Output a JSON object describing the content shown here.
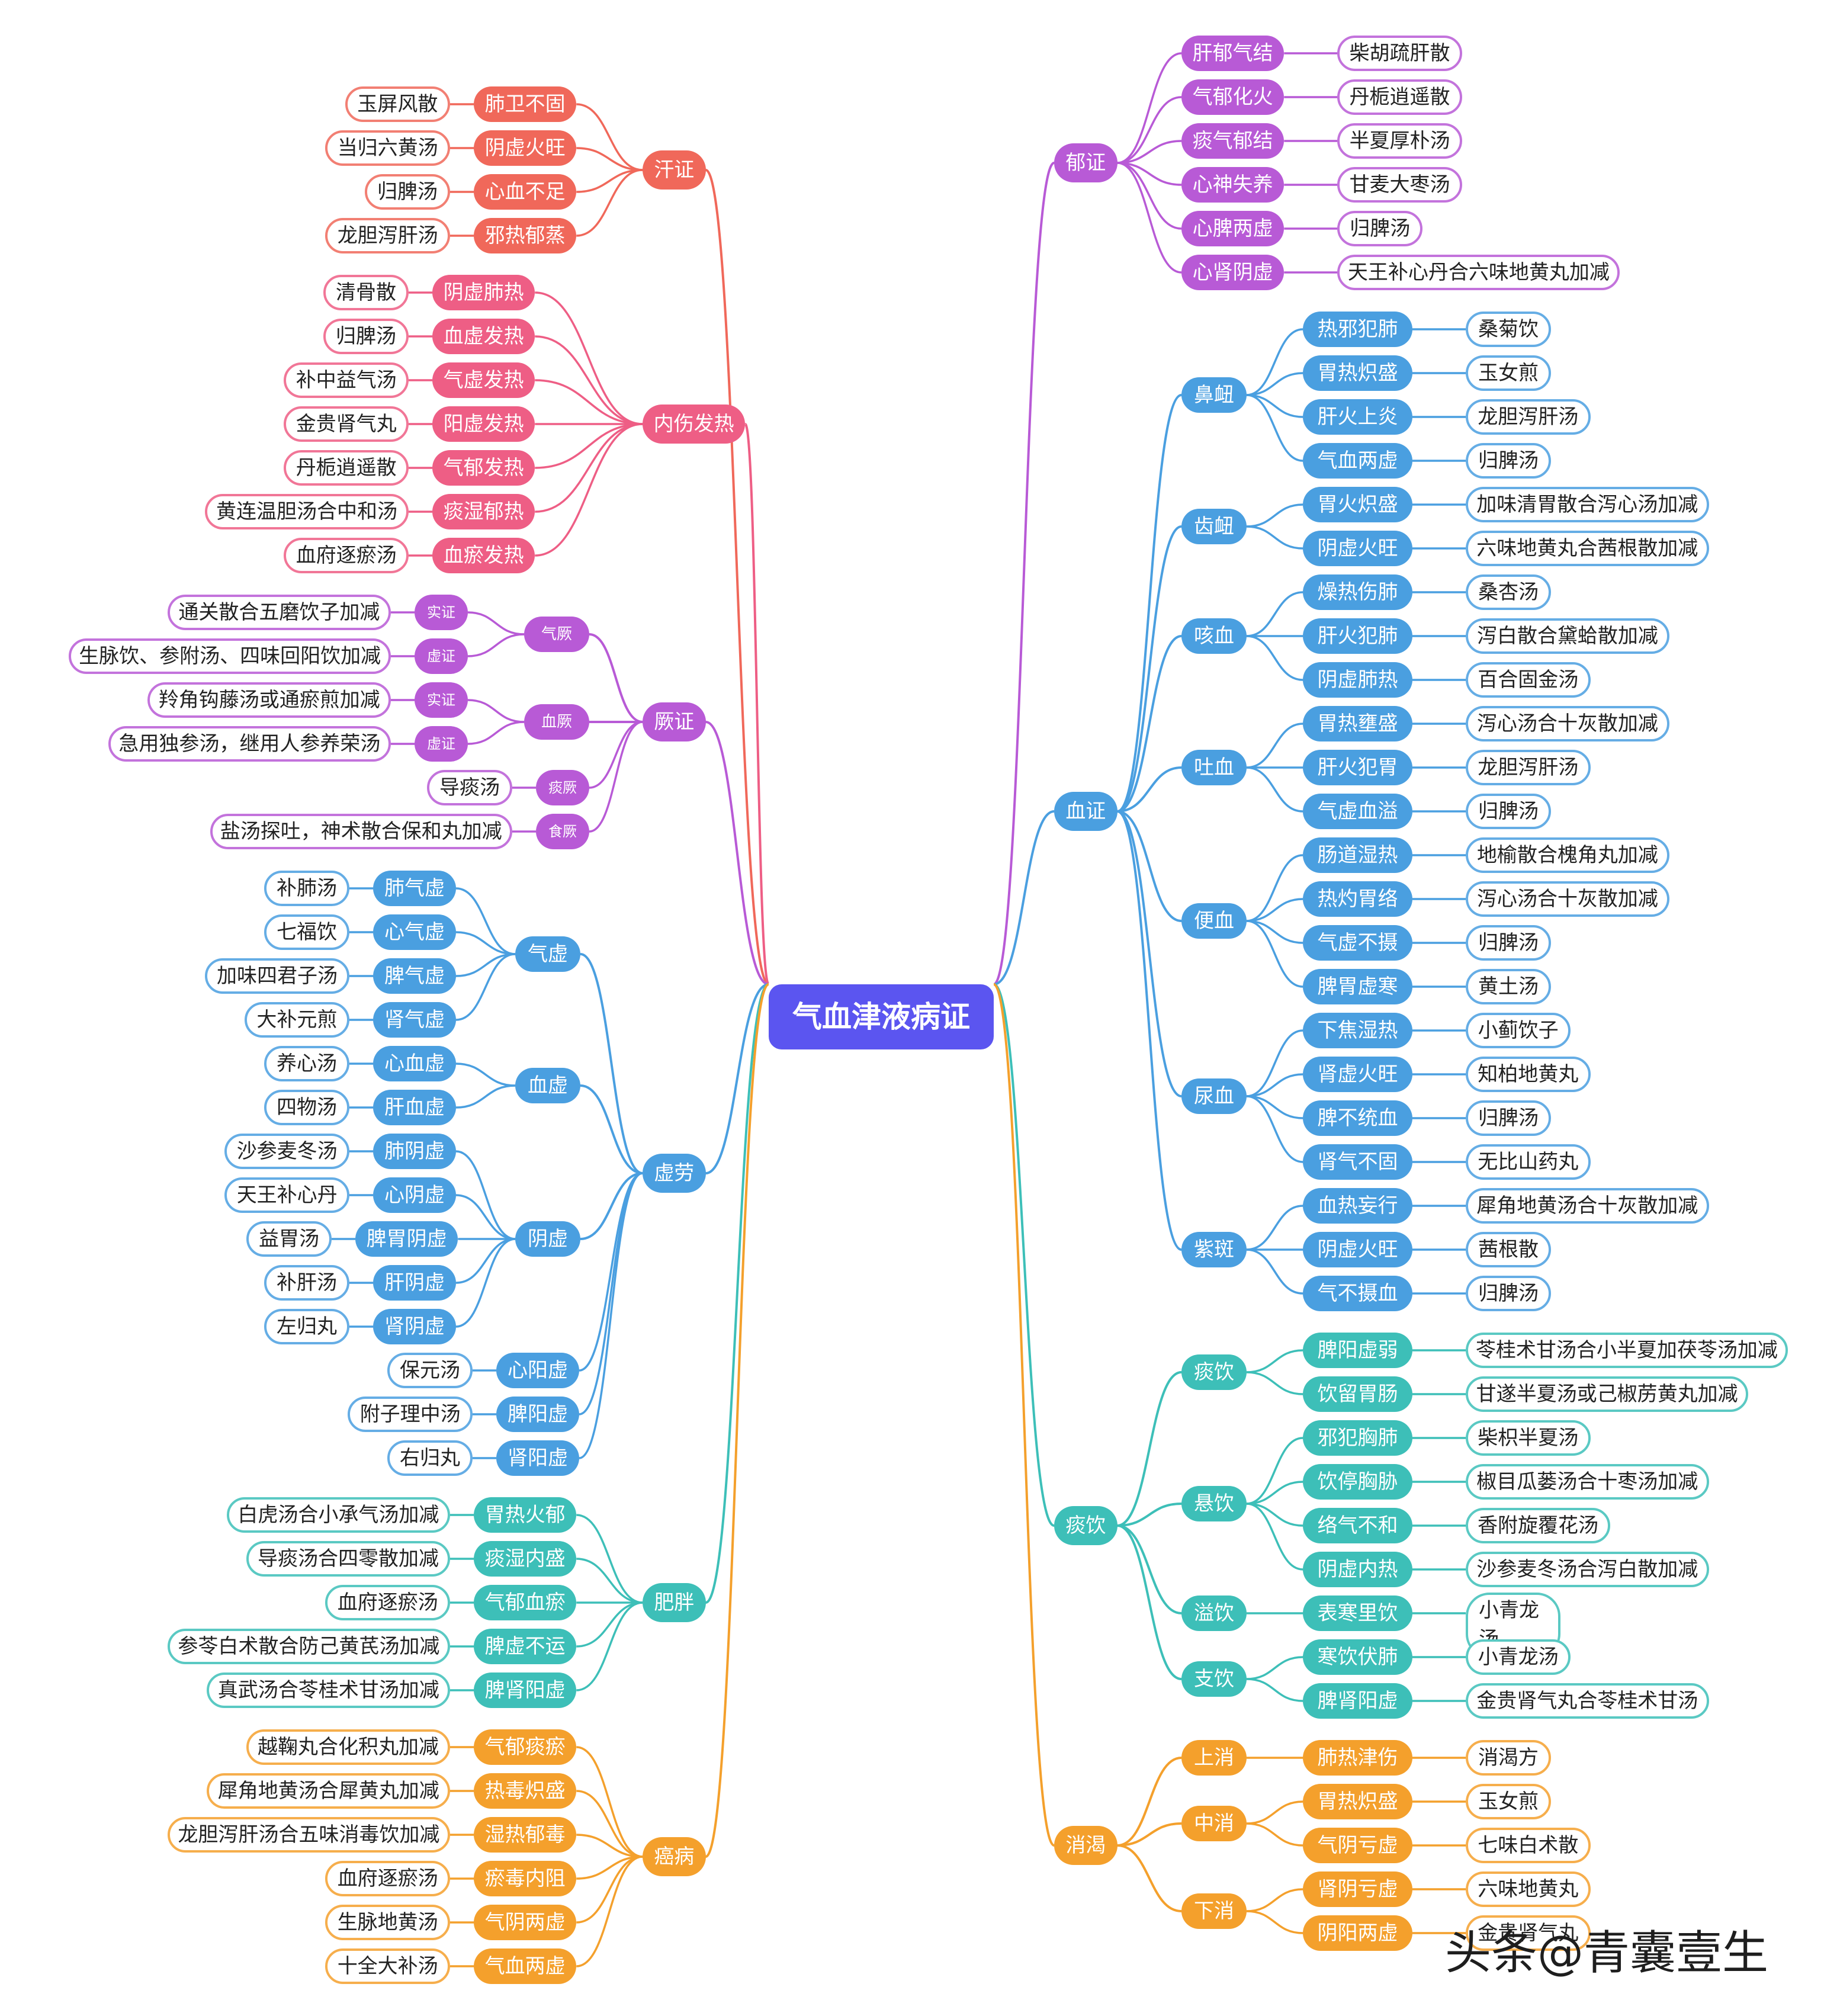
{
  "root": "气血津液病证",
  "watermark": "头条@青囊壹生",
  "colors": {
    "red": "#f0685a",
    "pink": "#ee5e85",
    "purple": "#b85ad6",
    "blue": "#4a9fe0",
    "teal": "#3dbfb8",
    "orange": "#f4a02c",
    "root": "#5b55f0"
  },
  "left": [
    {
      "label": "汗证",
      "color": "red",
      "children": [
        {
          "label": "肺卫不固",
          "leaf": "玉屏风散"
        },
        {
          "label": "阴虚火旺",
          "leaf": "当归六黄汤"
        },
        {
          "label": "心血不足",
          "leaf": "归脾汤"
        },
        {
          "label": "邪热郁蒸",
          "leaf": "龙胆泻肝汤"
        }
      ]
    },
    {
      "label": "内伤发热",
      "color": "pink",
      "children": [
        {
          "label": "阴虚肺热",
          "leaf": "清骨散"
        },
        {
          "label": "血虚发热",
          "leaf": "归脾汤"
        },
        {
          "label": "气虚发热",
          "leaf": "补中益气汤"
        },
        {
          "label": "阳虚发热",
          "leaf": "金贵肾气丸"
        },
        {
          "label": "气郁发热",
          "leaf": "丹栀逍遥散"
        },
        {
          "label": "痰湿郁热",
          "leaf": "黄连温胆汤合中和汤"
        },
        {
          "label": "血瘀发热",
          "leaf": "血府逐瘀汤"
        }
      ]
    },
    {
      "label": "厥证",
      "color": "purple",
      "children": [
        {
          "label": "气厥",
          "children": [
            {
              "label": "实证",
              "leaf": "通关散合五磨饮子加减"
            },
            {
              "label": "虚证",
              "leaf": "生脉饮、参附汤、四味回阳饮加减"
            }
          ]
        },
        {
          "label": "血厥",
          "children": [
            {
              "label": "实证",
              "leaf": "羚角钩藤汤或通瘀煎加减"
            },
            {
              "label": "虚证",
              "leaf": "急用独参汤，继用人参养荣汤"
            }
          ]
        },
        {
          "label": "痰厥",
          "leaf": "导痰汤"
        },
        {
          "label": "食厥",
          "leaf": "盐汤探吐，神术散合保和丸加减"
        }
      ]
    },
    {
      "label": "虚劳",
      "color": "blue",
      "children": [
        {
          "label": "气虚",
          "children": [
            {
              "label": "肺气虚",
              "leaf": "补肺汤"
            },
            {
              "label": "心气虚",
              "leaf": "七福饮"
            },
            {
              "label": "脾气虚",
              "leaf": "加味四君子汤"
            },
            {
              "label": "肾气虚",
              "leaf": "大补元煎"
            }
          ]
        },
        {
          "label": "血虚",
          "children": [
            {
              "label": "心血虚",
              "leaf": "养心汤"
            },
            {
              "label": "肝血虚",
              "leaf": "四物汤"
            }
          ]
        },
        {
          "label": "阴虚",
          "children": [
            {
              "label": "肺阴虚",
              "leaf": "沙参麦冬汤"
            },
            {
              "label": "心阴虚",
              "leaf": "天王补心丹"
            },
            {
              "label": "脾胃阴虚",
              "leaf": "益胃汤"
            },
            {
              "label": "肝阴虚",
              "leaf": "补肝汤"
            },
            {
              "label": "肾阴虚",
              "leaf": "左归丸"
            }
          ]
        },
        {
          "label": "心阳虚",
          "leaf": "保元汤"
        },
        {
          "label": "脾阳虚",
          "leaf": "附子理中汤"
        },
        {
          "label": "肾阳虚",
          "leaf": "右归丸"
        }
      ]
    },
    {
      "label": "肥胖",
      "color": "teal",
      "children": [
        {
          "label": "胃热火郁",
          "leaf": "白虎汤合小承气汤加减"
        },
        {
          "label": "痰湿内盛",
          "leaf": "导痰汤合四零散加减"
        },
        {
          "label": "气郁血瘀",
          "leaf": "血府逐瘀汤"
        },
        {
          "label": "脾虚不运",
          "leaf": "参苓白术散合防己黄芪汤加减"
        },
        {
          "label": "脾肾阳虚",
          "leaf": "真武汤合苓桂术甘汤加减"
        }
      ]
    },
    {
      "label": "癌病",
      "color": "orange",
      "children": [
        {
          "label": "气郁痰瘀",
          "leaf": "越鞠丸合化积丸加减"
        },
        {
          "label": "热毒炽盛",
          "leaf": "犀角地黄汤合犀黄丸加减"
        },
        {
          "label": "湿热郁毒",
          "leaf": "龙胆泻肝汤合五味消毒饮加减"
        },
        {
          "label": "瘀毒内阻",
          "leaf": "血府逐瘀汤"
        },
        {
          "label": "气阴两虚",
          "leaf": "生脉地黄汤"
        },
        {
          "label": "气血两虚",
          "leaf": "十全大补汤"
        }
      ]
    }
  ],
  "right": [
    {
      "label": "郁证",
      "color": "purple",
      "children": [
        {
          "label": "肝郁气结",
          "leaf": "柴胡疏肝散"
        },
        {
          "label": "气郁化火",
          "leaf": "丹栀逍遥散"
        },
        {
          "label": "痰气郁结",
          "leaf": "半夏厚朴汤"
        },
        {
          "label": "心神失养",
          "leaf": "甘麦大枣汤"
        },
        {
          "label": "心脾两虚",
          "leaf": "归脾汤"
        },
        {
          "label": "心肾阴虚",
          "leaf": "天王补心丹合六味地黄丸加减"
        }
      ]
    },
    {
      "label": "血证",
      "color": "blue",
      "children": [
        {
          "label": "鼻衄",
          "children": [
            {
              "label": "热邪犯肺",
              "leaf": "桑菊饮"
            },
            {
              "label": "胃热炽盛",
              "leaf": "玉女煎"
            },
            {
              "label": "肝火上炎",
              "leaf": "龙胆泻肝汤"
            },
            {
              "label": "气血两虚",
              "leaf": "归脾汤"
            }
          ]
        },
        {
          "label": "齿衄",
          "children": [
            {
              "label": "胃火炽盛",
              "leaf": "加味清胃散合泻心汤加减"
            },
            {
              "label": "阴虚火旺",
              "leaf": "六味地黄丸合茜根散加减"
            }
          ]
        },
        {
          "label": "咳血",
          "children": [
            {
              "label": "燥热伤肺",
              "leaf": "桑杏汤"
            },
            {
              "label": "肝火犯肺",
              "leaf": "泻白散合黛蛤散加减"
            },
            {
              "label": "阴虚肺热",
              "leaf": "百合固金汤"
            }
          ]
        },
        {
          "label": "吐血",
          "children": [
            {
              "label": "胃热壅盛",
              "leaf": "泻心汤合十灰散加减"
            },
            {
              "label": "肝火犯胃",
              "leaf": "龙胆泻肝汤"
            },
            {
              "label": "气虚血溢",
              "leaf": "归脾汤"
            }
          ]
        },
        {
          "label": "便血",
          "children": [
            {
              "label": "肠道湿热",
              "leaf": "地榆散合槐角丸加减"
            },
            {
              "label": "热灼胃络",
              "leaf": "泻心汤合十灰散加减"
            },
            {
              "label": "气虚不摄",
              "leaf": "归脾汤"
            },
            {
              "label": "脾胃虚寒",
              "leaf": "黄土汤"
            }
          ]
        },
        {
          "label": "尿血",
          "children": [
            {
              "label": "下焦湿热",
              "leaf": "小蓟饮子"
            },
            {
              "label": "肾虚火旺",
              "leaf": "知柏地黄丸"
            },
            {
              "label": "脾不统血",
              "leaf": "归脾汤"
            },
            {
              "label": "肾气不固",
              "leaf": "无比山药丸"
            }
          ]
        },
        {
          "label": "紫斑",
          "children": [
            {
              "label": "血热妄行",
              "leaf": "犀角地黄汤合十灰散加减"
            },
            {
              "label": "阴虚火旺",
              "leaf": "茜根散"
            },
            {
              "label": "气不摄血",
              "leaf": "归脾汤"
            }
          ]
        }
      ]
    },
    {
      "label": "痰饮",
      "color": "teal",
      "children": [
        {
          "label": "痰饮",
          "children": [
            {
              "label": "脾阳虚弱",
              "leaf": "苓桂术甘汤合小半夏加茯苓汤加减"
            },
            {
              "label": "饮留胃肠",
              "leaf": "甘遂半夏汤或己椒苈黄丸加减"
            }
          ]
        },
        {
          "label": "悬饮",
          "children": [
            {
              "label": "邪犯胸肺",
              "leaf": "柴枳半夏汤"
            },
            {
              "label": "饮停胸胁",
              "leaf": "椒目瓜蒌汤合十枣汤加减"
            },
            {
              "label": "络气不和",
              "leaf": "香附旋覆花汤"
            },
            {
              "label": "阴虚内热",
              "leaf": "沙参麦冬汤合泻白散加减"
            }
          ]
        },
        {
          "label": "溢饮",
          "children": [
            {
              "label": "表寒里饮",
              "leaf": "小青龙汤",
              "wrap": true
            }
          ]
        },
        {
          "label": "支饮",
          "children": [
            {
              "label": "寒饮伏肺",
              "leaf": "小青龙汤"
            },
            {
              "label": "脾肾阳虚",
              "leaf": "金贵肾气丸合苓桂术甘汤"
            }
          ]
        }
      ]
    },
    {
      "label": "消渴",
      "color": "orange",
      "children": [
        {
          "label": "上消",
          "children": [
            {
              "label": "肺热津伤",
              "leaf": "消渴方"
            }
          ]
        },
        {
          "label": "中消",
          "children": [
            {
              "label": "胃热炽盛",
              "leaf": "玉女煎"
            },
            {
              "label": "气阴亏虚",
              "leaf": "七味白术散"
            }
          ]
        },
        {
          "label": "下消",
          "children": [
            {
              "label": "肾阴亏虚",
              "leaf": "六味地黄丸"
            },
            {
              "label": "阴阳两虚",
              "leaf": "金贵肾气丸"
            }
          ]
        }
      ]
    }
  ]
}
